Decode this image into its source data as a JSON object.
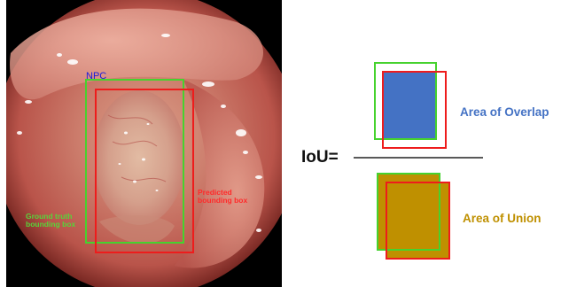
{
  "image_labels": {
    "region": "NPC",
    "ground_truth_line1": "Ground truth",
    "ground_truth_line2": "bounding box",
    "predicted_line1": "Predicted",
    "predicted_line2": "bounding box"
  },
  "formula": {
    "lhs": "IoU=",
    "numerator": "Area of Overlap",
    "denominator": "Area of Union"
  },
  "colors": {
    "ground_truth": "#46d22e",
    "predicted": "#ee1c1c",
    "overlap_fill": "#4472c4",
    "union_fill": "#bf9000",
    "overlap_text": "#4472c4",
    "union_text": "#bf9000"
  }
}
